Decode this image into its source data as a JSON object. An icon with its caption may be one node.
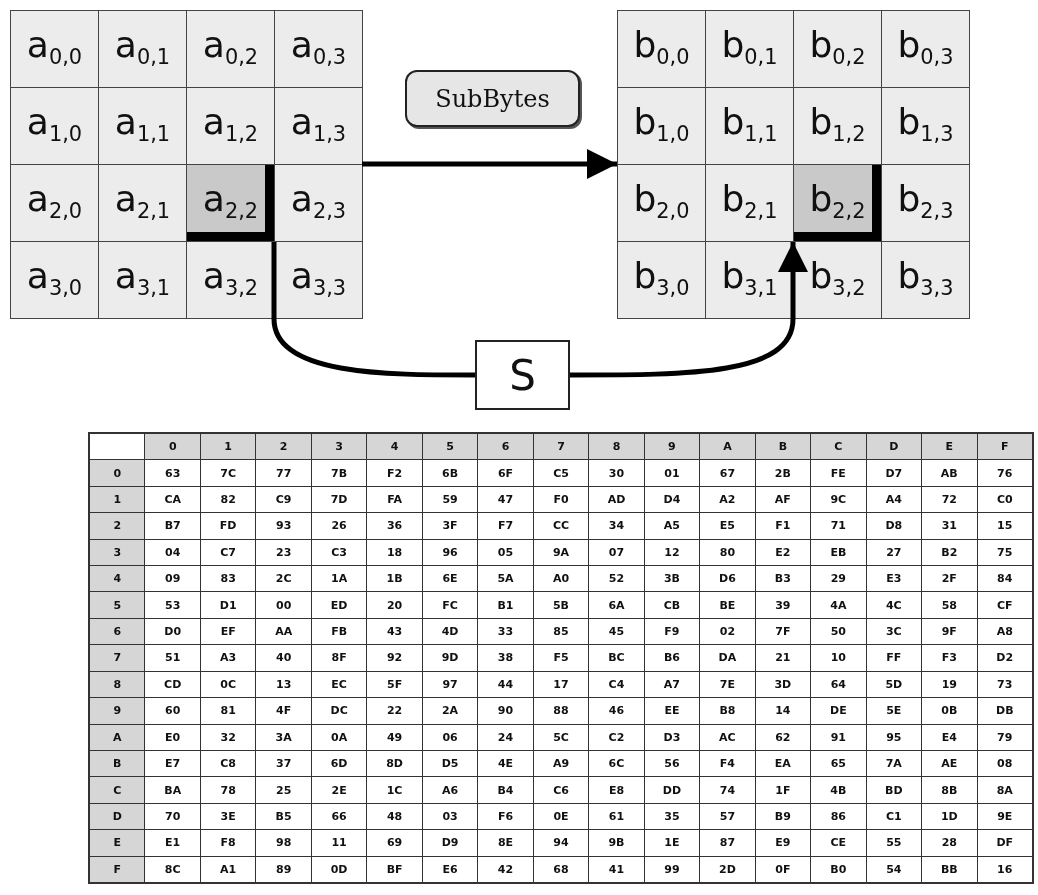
{
  "diagram": {
    "nodes": [
      {
        "text": [],
        "shape": "box"
      },
      {
        "text": [
          "a$_{0,0}$"
        ],
        "in": 0
      },
      {
        "text": [
          "a$_{0,1}$"
        ],
        "in": 0
      },
      {
        "text": [
          "a$_{0,2}$"
        ],
        "in": 0
      },
      {
        "text": [
          "a$_{0,3}$"
        ],
        "in": 0
      },
      {
        "text": [
          "a$_{1,0}$"
        ],
        "in": 0
      },
      {
        "text": [
          "a$_{1,1}$"
        ],
        "in": 0
      },
      {
        "text": [
          "a$_{1,2}$"
        ],
        "in": 0
      },
      {
        "text": [
          "a$_{1,3}$"
        ],
        "in": 0
      },
      {
        "text": [
          "a$_{2,0}$"
        ],
        "in": 0
      },
      {
        "text": [
          "a$_{2,1}$"
        ],
        "in": 0
      },
      {
        "text": [
          "a$_{2,2}$"
        ],
        "in": 0
      },
      {
        "text": [
          "a$_{2,3}$"
        ],
        "in": 0
      },
      {
        "text": [
          "a$_{3,0}$"
        ],
        "in": 0
      },
      {
        "text": [
          "a$_{3,1}$"
        ],
        "in": 0
      },
      {
        "text": [
          "a$_{3,2}$"
        ],
        "in": 0
      },
      {
        "text": [
          "a$_{3,3}$"
        ],
        "in": 0
      },
      {
        "text": [
          "SubBytes"
        ]
      },
      {
        "text": [],
        "shape": "box"
      },
      {
        "text": [
          "b$_{0,0}$"
        ],
        "in": 18
      },
      {
        "text": [
          "b$_{0,1}$"
        ],
        "in": 18
      },
      {
        "text": [
          "b$_{0,2}$"
        ],
        "in": 18
      },
      {
        "text": [
          "b$_{0,3}$"
        ],
        "in": 18
      },
      {
        "text": [
          "b$_{1,0}$"
        ],
        "in": 18
      },
      {
        "text": [
          "b$_{1,1}$"
        ],
        "in": 18
      },
      {
        "text": [
          "b$_{1,2}$"
        ],
        "in": 18
      },
      {
        "text": [
          "b$_{1,3}$"
        ],
        "in": 18
      },
      {
        "text": [
          "b$_{2,0}$"
        ],
        "in": 18
      },
      {
        "text": [
          "b$_{2,1}$"
        ],
        "in": 18
      },
      {
        "text": [
          "b$_{2,2}$"
        ],
        "in": 18
      },
      {
        "text": [
          "b$_{2,3}$"
        ],
        "in": 18
      },
      {
        "text": [
          "b$_{3,0}$"
        ],
        "in": 18
      },
      {
        "text": [
          "b$_{3,1}$"
        ],
        "in": 18
      },
      {
        "text": [
          "b$_{3,2}$"
        ],
        "in": 18
      },
      {
        "text": [
          "b$_{3,3}$"
        ],
        "in": 18
      },
      {
        "text": [
          "S"
        ]
      }
    ],
    "edges": [
      {
        "from": 0,
        "to": 18,
        "arrow": "to"
      },
      {
        "from": 11,
        "to": 35,
        "arrow": "none"
      },
      {
        "from": 35,
        "to": 29,
        "arrow": "to"
      }
    ],
    "labels": [
      "0",
      "1",
      "2",
      "3",
      "4",
      "5",
      "6",
      "7",
      "8",
      "9",
      "A",
      "B",
      "C",
      "D",
      "E",
      "F",
      "0",
      "63",
      "7C",
      "77",
      "7B",
      "F2",
      "6B",
      "6F",
      "C5",
      "30",
      "01",
      "67",
      "2B",
      "FE",
      "D7",
      "AB",
      "76",
      "1",
      "CA",
      "82",
      "C9",
      "7D",
      "FA",
      "59",
      "47",
      "F0",
      "AD",
      "D4",
      "A2",
      "AF",
      "9C",
      "A4",
      "72",
      "C0",
      "2",
      "B7",
      "FD",
      "93",
      "26",
      "36",
      "3F",
      "F7",
      "CC",
      "34",
      "A5",
      "E5",
      "F1",
      "71",
      "D8",
      "31",
      "15",
      "3",
      "04",
      "C7",
      "23",
      "C3",
      "18",
      "96",
      "05",
      "9A",
      "07",
      "12",
      "80",
      "E2",
      "EB",
      "27",
      "B2",
      "75",
      "4",
      "09",
      "83",
      "2C",
      "1A",
      "1B",
      "6E",
      "5A",
      "A0",
      "52",
      "3B",
      "D6",
      "B3",
      "29",
      "E3",
      "2F",
      "84",
      "5",
      "53",
      "D1",
      "00",
      "ED",
      "20",
      "FC",
      "B1",
      "5B",
      "6A",
      "CB",
      "BE",
      "39",
      "4A",
      "4C",
      "58",
      "CF",
      "6",
      "D0",
      "EF",
      "AA",
      "FB",
      "43",
      "4D",
      "33",
      "85",
      "45",
      "F9",
      "02",
      "7F",
      "50",
      "3C",
      "9F",
      "A8",
      "7",
      "51",
      "A3",
      "40",
      "8F",
      "92",
      "9D",
      "38",
      "F5",
      "BC",
      "B6",
      "DA",
      "21",
      "10",
      "FF",
      "F3",
      "D2",
      "8",
      "CD",
      "0C",
      "13",
      "EC",
      "5F",
      "97",
      "44",
      "17",
      "C4",
      "A7",
      "7E",
      "3D",
      "64",
      "5D",
      "19",
      "73",
      "9",
      "60",
      "81",
      "4F",
      "DC",
      "22",
      "2A",
      "90",
      "88",
      "46",
      "EE",
      "B8",
      "14",
      "DE",
      "5E",
      "0B",
      "DB",
      "A",
      "E0",
      "32",
      "3A",
      "0A",
      "49",
      "06",
      "24",
      "5C",
      "C2",
      "D3",
      "AC",
      "62",
      "91",
      "95",
      "E4",
      "79",
      "B",
      "E7",
      "C8",
      "37",
      "6D",
      "8D",
      "D5",
      "4E",
      "A9",
      "6C",
      "56",
      "F4",
      "EA",
      "65",
      "7A",
      "AE",
      "08",
      "C",
      "BA",
      "78",
      "25",
      "2E",
      "1C",
      "A6",
      "B4",
      "C6",
      "E8",
      "DD",
      "74",
      "1F",
      "4B",
      "BD",
      "8B",
      "8A",
      "D",
      "70",
      "3E",
      "B5",
      "66",
      "48",
      "03",
      "F6",
      "0E",
      "61",
      "35",
      "57",
      "B9",
      "86",
      "C1",
      "1D",
      "9E",
      "E",
      "E1",
      "F8",
      "98",
      "11",
      "69",
      "D9",
      "8E",
      "94",
      "9B",
      "1E",
      "87",
      "E9",
      "CE",
      "55",
      "28",
      "DF",
      "F",
      "8C",
      "A1",
      "89",
      "0D",
      "BF",
      "E6",
      "42",
      "68",
      "41",
      "99",
      "2D",
      "0F",
      "B0",
      "54",
      "BB",
      "16"
    ]
  }
}
